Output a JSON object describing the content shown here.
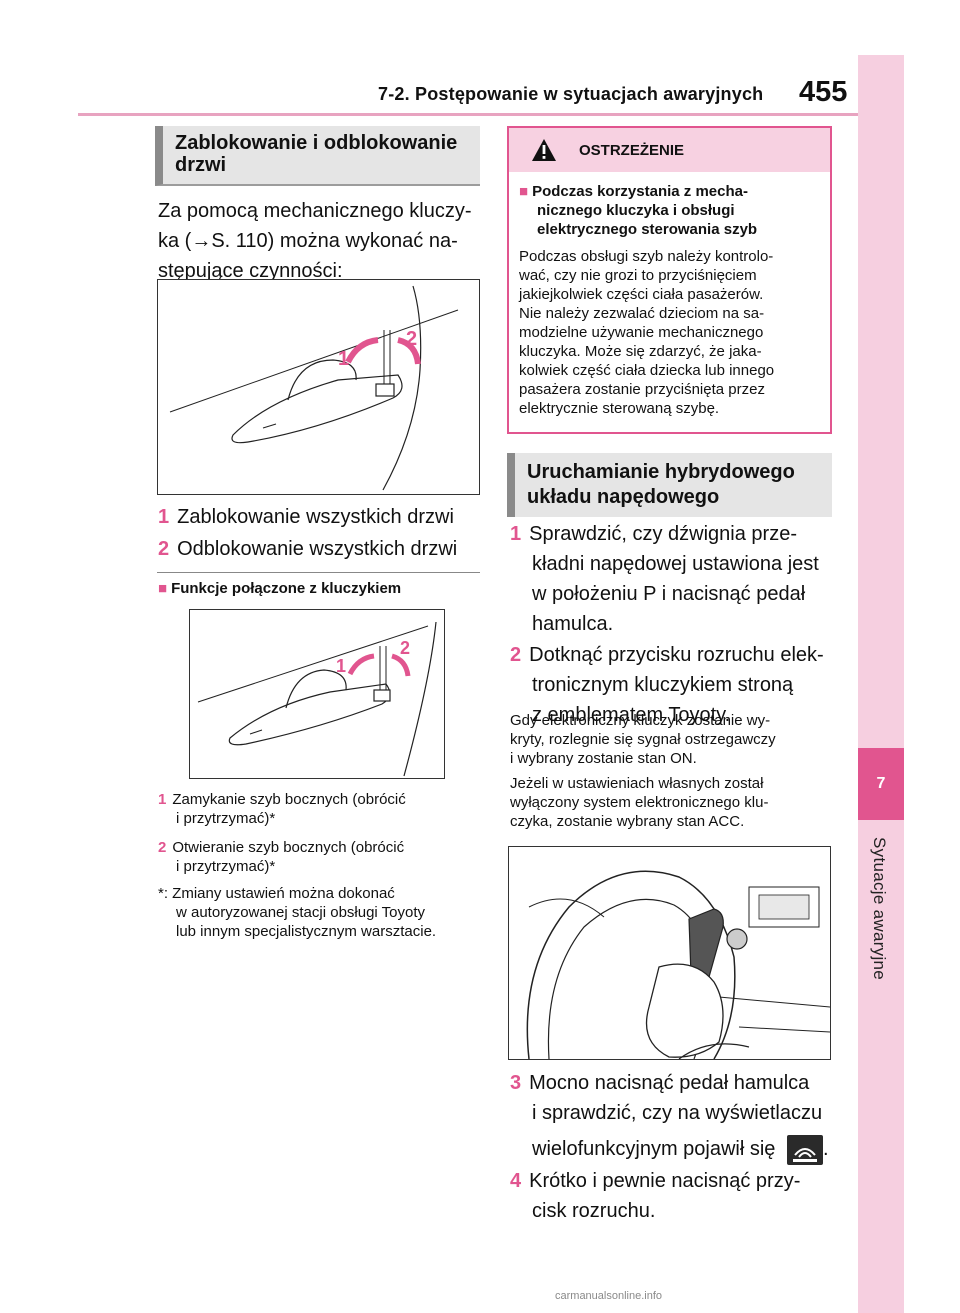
{
  "header": {
    "title": "7-2. Postępowanie w sytuacjach awaryjnych",
    "page_number": "455"
  },
  "side_tab": {
    "number": "7",
    "label": "Sytuacje awaryjne"
  },
  "left": {
    "section_title_line1": "Zablokowanie i odblokowanie",
    "section_title_line2": "drzwi",
    "intro_line1": "Za pomocą mechanicznego kluczy-",
    "intro_line2": "ka (→S. 110) można wykonać na-",
    "intro_line3": "stępujące czynności:",
    "fig1": {
      "label1": "1",
      "label2": "2"
    },
    "items": [
      {
        "num": "1",
        "text": "Zablokowanie wszystkich drzwi"
      },
      {
        "num": "2",
        "text": "Odblokowanie wszystkich drzwi"
      }
    ],
    "sub_heading": "Funkcje połączone z kluczykiem",
    "fig2": {
      "label1": "1",
      "label2": "2"
    },
    "small_items": [
      {
        "num": "1",
        "line1": "Zamykanie szyb bocznych (obrócić",
        "line2": "i przytrzymać)*"
      },
      {
        "num": "2",
        "line1": "Otwieranie szyb bocznych (obrócić",
        "line2": "i przytrzymać)*"
      }
    ],
    "footnote_line1": "*: Zmiany ustawień można dokonać",
    "footnote_line2": "w autoryzowanej stacji obsługi Toyoty",
    "footnote_line3": "lub innym specjalistycznym warsztacie."
  },
  "warning": {
    "title": "OSTRZEŻENIE",
    "sub_line1": "Podczas korzystania z mecha-",
    "sub_line2": "nicznego kluczyka i obsługi",
    "sub_line3": "elektrycznego sterowania szyb",
    "lines": [
      "Podczas obsługi szyb należy kontrolo-",
      "wać, czy nie grozi to przyciśnięciem",
      "jakiejkolwiek części ciała pasażerów.",
      "Nie należy zezwalać dzieciom na sa-",
      "modzielne używanie mechanicznego",
      "kluczyka. Może się zdarzyć, że jaka-",
      "kolwiek część ciała dziecka lub innego",
      "pasażera zostanie przyciśnięta przez",
      "elektrycznie sterowaną szybę."
    ]
  },
  "right": {
    "section_title_line1": "Uruchamianie hybrydowego",
    "section_title_line2": "układu napędowego",
    "step1": {
      "num": "1",
      "l1": "Sprawdzić, czy dźwignia prze-",
      "l2": "kładni napędowej ustawiona jest",
      "l3": "w położeniu P i nacisnąć pedał",
      "l4": "hamulca."
    },
    "step2": {
      "num": "2",
      "l1": "Dotknąć przycisku rozruchu elek-",
      "l2": "tronicznym kluczykiem stroną",
      "l3": "z emblematem Toyoty."
    },
    "note1": [
      "Gdy elektroniczny kluczyk zostanie wy-",
      "kryty, rozlegnie się sygnał ostrzegawczy",
      "i wybrany zostanie stan ON."
    ],
    "note2": [
      "Jeżeli w ustawieniach własnych został",
      "wyłączony system elektronicznego klu-",
      "czyka, zostanie wybrany stan ACC."
    ],
    "step3": {
      "num": "3",
      "l1": "Mocno nacisnąć pedał hamulca",
      "l2": "i sprawdzić, czy na wyświetlaczu",
      "l3": "wielofunkcyjnym pojawił się",
      "l3_end": "."
    },
    "step4": {
      "num": "4",
      "l1": "Krótko i pewnie nacisnąć przy-",
      "l2": "cisk rozruchu."
    }
  },
  "footer": "carmanualsonline.info"
}
